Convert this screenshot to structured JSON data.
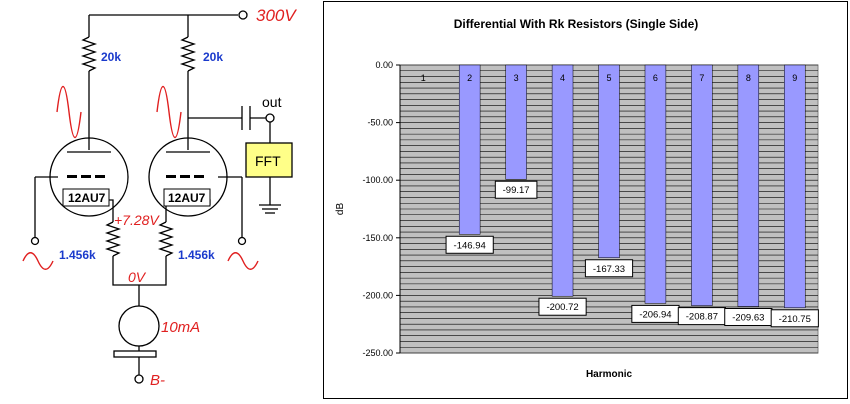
{
  "schematic": {
    "supply_voltage": "300V",
    "plate_resistor_left": "20k",
    "plate_resistor_right": "20k",
    "tube_left": "12AU7",
    "tube_right": "12AU7",
    "output_label": "out",
    "fft_label": "FFT",
    "cathode_voltage": "+7.28V",
    "cathode_resistor_left": "1.456k",
    "cathode_resistor_right": "1.456k",
    "tail_voltage": "0V",
    "current_source": "10mA",
    "negative_supply": "B-"
  },
  "chart_data": {
    "type": "bar",
    "title": "Differential With Rk Resistors (Single Side)",
    "xlabel": "Harmonic",
    "ylabel": "dB",
    "ylim": [
      -250,
      0
    ],
    "yticks": [
      "0.00",
      "-50.00",
      "-100.00",
      "-150.00",
      "-200.00",
      "-250.00"
    ],
    "categories": [
      "1",
      "2",
      "3",
      "4",
      "5",
      "6",
      "7",
      "8",
      "9"
    ],
    "values": [
      0,
      -146.94,
      -99.17,
      -200.72,
      -167.33,
      -206.94,
      -208.87,
      -209.63,
      -210.75
    ],
    "data_labels": [
      "",
      "-146.94",
      "-99.17",
      "-200.72",
      "-167.33",
      "-206.94",
      "-208.87",
      "-209.63",
      "-210.75"
    ],
    "grid": true,
    "colors": {
      "bar": "#9999ff",
      "plot_background": "#c0c0c0",
      "grid": "#000000"
    }
  }
}
